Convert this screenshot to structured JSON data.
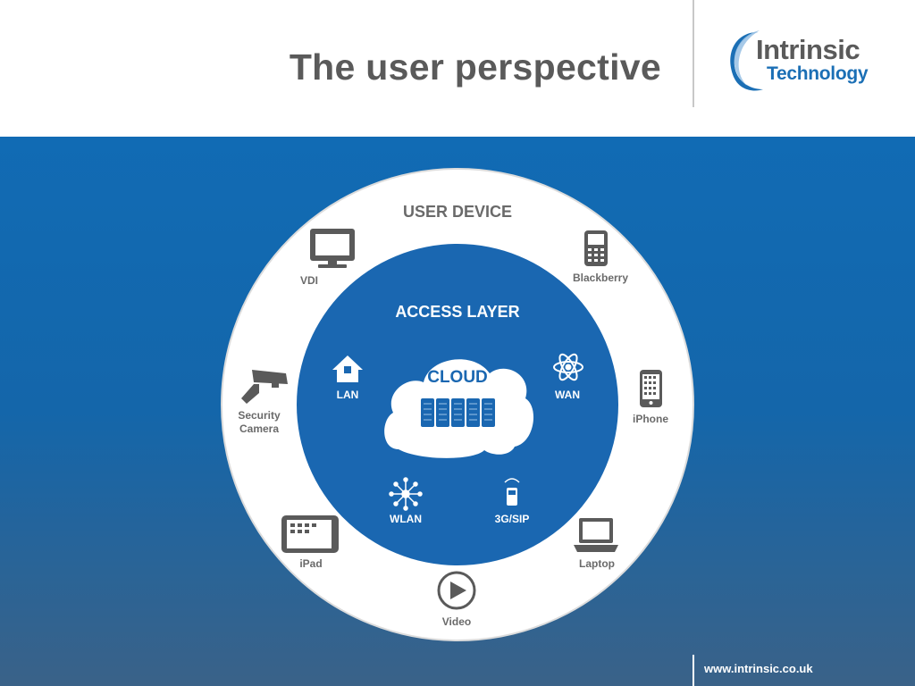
{
  "header": {
    "title": "The user perspective",
    "logo_line1": "Intrinsic",
    "logo_line2": "Technology"
  },
  "diagram": {
    "outer_ring_title": "USER DEVICE",
    "inner_circle_title": "ACCESS LAYER",
    "center_label": "CLOUD",
    "user_devices": [
      {
        "label": "VDI",
        "icon": "monitor-icon"
      },
      {
        "label": "Blackberry",
        "icon": "blackberry-phone-icon"
      },
      {
        "label": "iPhone",
        "icon": "iphone-icon"
      },
      {
        "label": "Laptop",
        "icon": "laptop-icon"
      },
      {
        "label": "Video",
        "icon": "play-video-icon"
      },
      {
        "label": "iPad",
        "icon": "tablet-icon"
      },
      {
        "label_line1": "Security",
        "label_line2": "Camera",
        "icon": "security-camera-icon"
      }
    ],
    "access_layer": [
      {
        "label": "LAN",
        "icon": "house-wifi-icon"
      },
      {
        "label": "WAN",
        "icon": "atom-network-icon"
      },
      {
        "label": "WLAN",
        "icon": "wireless-mesh-icon"
      },
      {
        "label": "3G/SIP",
        "icon": "mobile-signal-icon"
      }
    ],
    "colors": {
      "panel_blue": "#116bb4",
      "inner_blue": "#1a67b1",
      "ring_white": "#ffffff",
      "icon_gray": "#5a5a5a",
      "label_gray": "#6a6a6a"
    }
  },
  "footer": {
    "url": "www.intrinsic.co.uk"
  }
}
